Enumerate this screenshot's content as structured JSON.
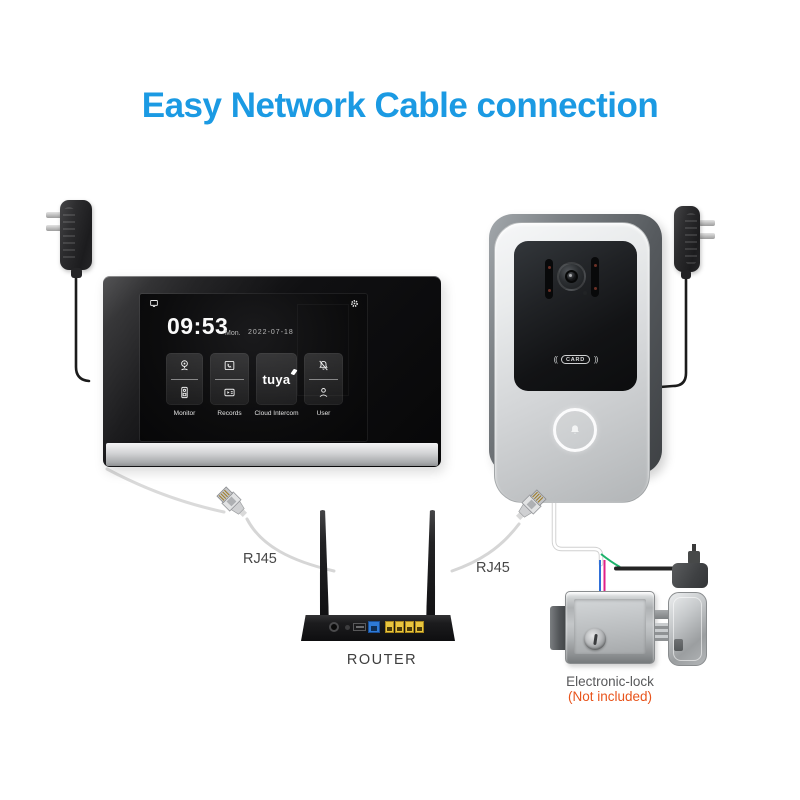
{
  "title": {
    "text": "Easy Network Cable connection",
    "color": "#1b9ae3"
  },
  "monitor": {
    "time": "09:53",
    "weekday": "Mon.",
    "date": "2022-07-18",
    "status_icons": [
      "display-icon",
      "gear-icon"
    ],
    "tiles": [
      {
        "label": "Monitor",
        "icons": [
          "webcam-icon",
          "door-station-icon"
        ]
      },
      {
        "label": "Records",
        "icons": [
          "call-record-icon",
          "video-playback-icon"
        ]
      },
      {
        "label": "Cloud Intercom",
        "logo": "tuya"
      },
      {
        "label": "User",
        "icons": [
          "mute-bell-icon",
          "user-icon"
        ]
      }
    ]
  },
  "doorbell": {
    "card_label": "CARD",
    "features": [
      "camera-lens",
      "ir-led-strips",
      "rfid-card-reader",
      "doorbell-button"
    ]
  },
  "connections": {
    "rj45_left_label": "RJ45",
    "rj45_right_label": "RJ45",
    "router_label": "ROUTER"
  },
  "lock": {
    "name": "Electronic-lock",
    "note": "(Not included)",
    "note_color": "#e8541c"
  },
  "colors": {
    "title_blue": "#1b9ae3",
    "background": "#ffffff",
    "cable_gray": "#d6d6d6",
    "wan_port_blue": "#2e7ad6",
    "lan_port_yellow": "#e9c63f",
    "wire_green": "#1db36b",
    "wire_blue": "#2f6fd8",
    "wire_magenta": "#e0218a"
  }
}
